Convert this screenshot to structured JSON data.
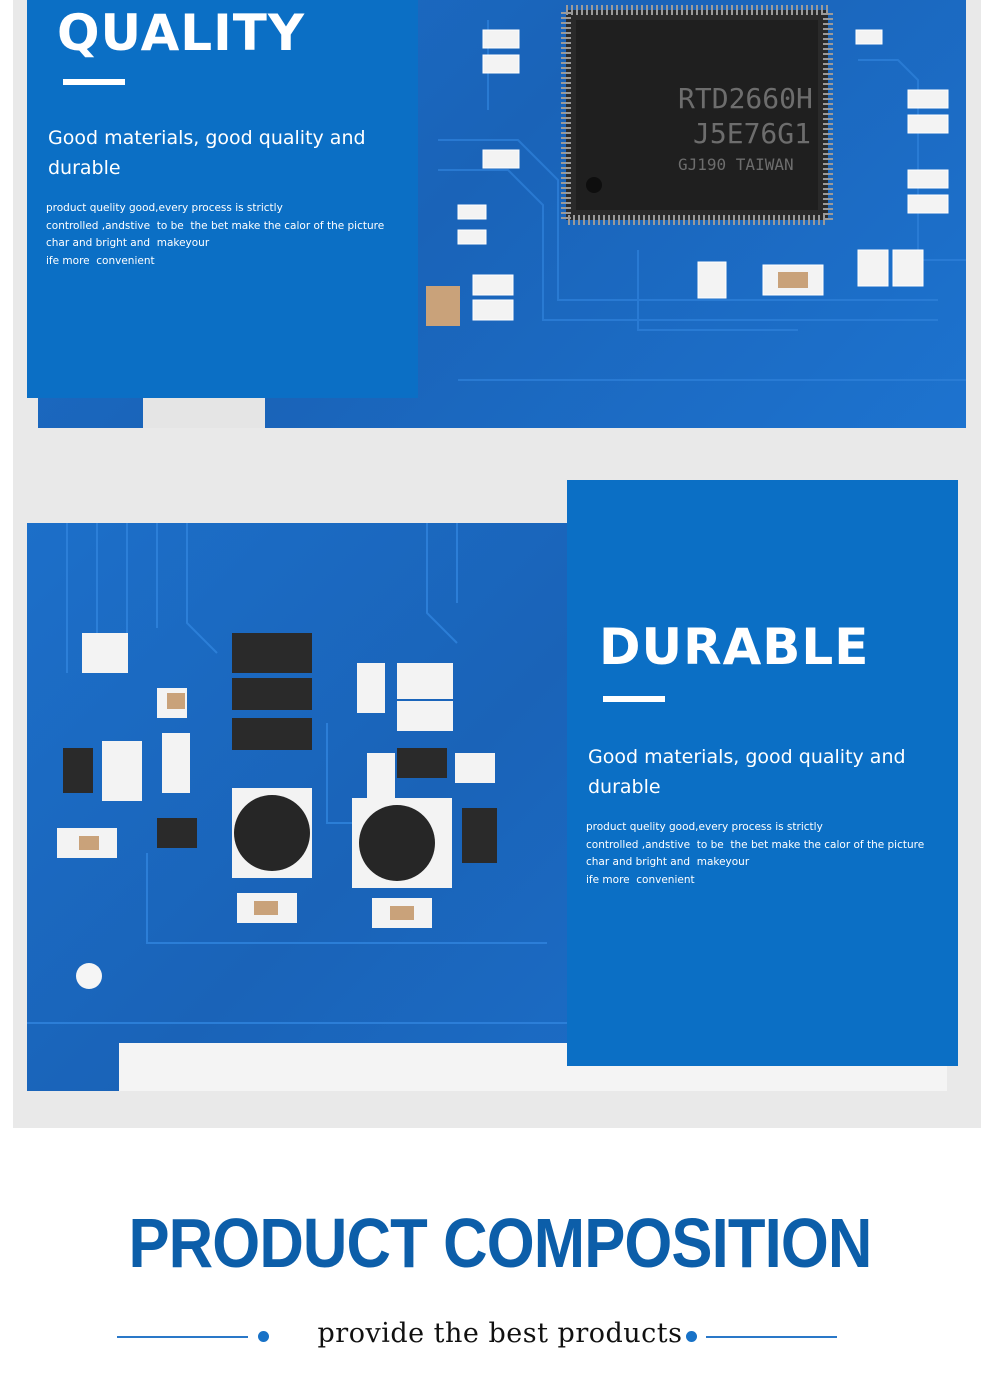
{
  "sections": [
    {
      "title": "QUALITY",
      "subtitle": "Good materials, good quality and durable",
      "body_lines": [
        "product quelity good,every process is strictly",
        "controlled ,andstive  to be  the bet make the calor of the picture",
        "char and bright and  makeyour",
        "ife more  convenient"
      ]
    },
    {
      "title": "DURABLE",
      "subtitle": "Good materials, good quality and durable",
      "body_lines": [
        "product quelity good,every process is strictly",
        "controlled ,andstive  to be  the bet make the calor of the picture",
        "char and bright and  makeyour",
        "ife more  convenient"
      ]
    }
  ],
  "chip_marking": [
    "RTD2660H",
    "J5E76G1",
    "GJ190 TAIWAN"
  ],
  "composition": {
    "title": "PRODUCT COMPOSITION",
    "subtitle": "provide the best products"
  },
  "colors": {
    "panel_blue": "#0b6fc5",
    "pcb_blue": "#1a63b8",
    "heading_blue": "#0c5ea9"
  }
}
